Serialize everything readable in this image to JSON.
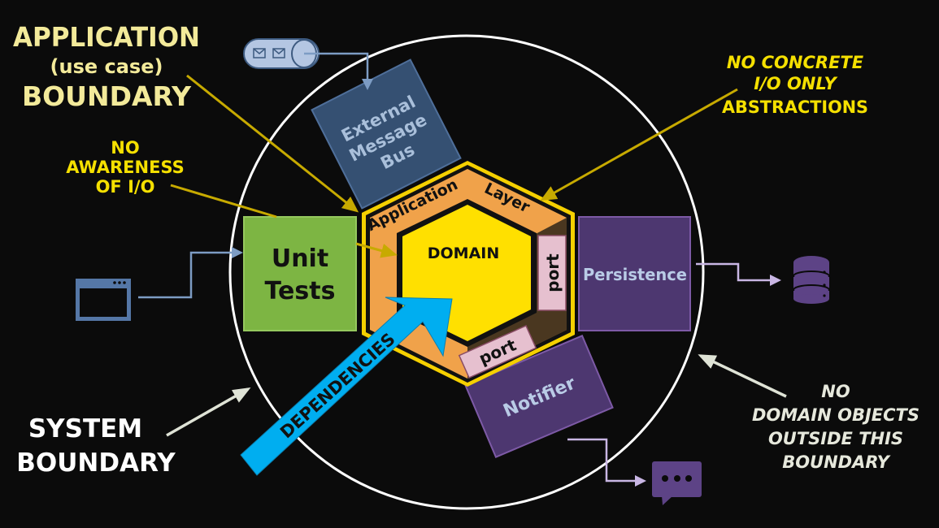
{
  "colors": {
    "background": "#0b0b0b",
    "annotation_yellow": "#f5e000",
    "annotation_cream": "#f3ea9a",
    "annotation_white": "#e6e8dc",
    "pointer_gold": "#c7aa00",
    "boundary_circle": "#ffffff",
    "hex_border": "#f5d000",
    "app_layer": "#f0a24a",
    "app_layer_shadow": "#4a3720",
    "domain": "#ffe000",
    "port": "#e6c0cf",
    "unit_tests": "#7db543",
    "message_bus": "#355072",
    "adapter_purple": "#4d3770",
    "dependencies_arrow": "#00aef0",
    "io_blue": "#5577a6",
    "io_lavender": "#c9b6e4"
  },
  "annotations": {
    "app_boundary": {
      "line1": "APPLICATION",
      "line2": "(use case)",
      "line3": "BOUNDARY"
    },
    "no_awareness": {
      "line1": "NO",
      "line2": "AWARENESS",
      "line3": "OF I/O"
    },
    "no_concrete": {
      "line1": "NO CONCRETE",
      "line2": "I/O ONLY",
      "line3": "ABSTRACTIONS"
    },
    "system_boundary": {
      "line1": "SYSTEM",
      "line2": "BOUNDARY"
    },
    "no_domain_objects": {
      "line1": "NO",
      "line2": "DOMAIN OBJECTS",
      "line3": "OUTSIDE THIS",
      "line4": "BOUNDARY"
    }
  },
  "hexagon": {
    "layer_word1": "Application",
    "layer_word2": "Layer",
    "domain_label": "DOMAIN",
    "port_right": "port",
    "port_bottom": "port"
  },
  "adapters": {
    "unit_tests": {
      "line1": "Unit",
      "line2": "Tests"
    },
    "message_bus": {
      "line1": "External",
      "line2": "Message",
      "line3": "Bus"
    },
    "persistence": "Persistence",
    "notifier": "Notifier"
  },
  "dependencies_label": "DEPENDENCIES",
  "icons": {
    "browser": "browser-window-icon",
    "message_queue": "message-queue-icon",
    "database": "database-icon",
    "chat": "chat-bubble-icon"
  }
}
